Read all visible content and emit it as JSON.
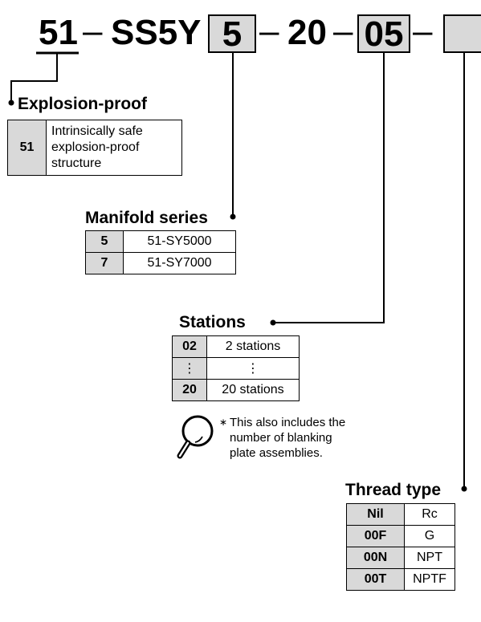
{
  "code": {
    "seg1": "51",
    "dash1": "–",
    "seg2": "SS5Y",
    "box1": "5",
    "dash2": "–",
    "seg3": "20",
    "dash3": "–",
    "box2": "05",
    "dash4": "–",
    "box3": ""
  },
  "explosion": {
    "title": "Explosion-proof",
    "rows": [
      {
        "key": "51",
        "value": [
          "Intrinsically safe",
          "explosion-proof",
          "structure"
        ]
      }
    ]
  },
  "manifold": {
    "title": "Manifold series",
    "rows": [
      {
        "key": "5",
        "value": "51-SY5000"
      },
      {
        "key": "7",
        "value": "51-SY7000"
      }
    ]
  },
  "stations": {
    "title": "Stations",
    "rows": [
      {
        "key": "02",
        "value": "2 stations"
      },
      {
        "key": "⋮",
        "value": "⋮"
      },
      {
        "key": "20",
        "value": "20 stations"
      }
    ],
    "note": {
      "mark": "∗",
      "lines": [
        "This also includes the",
        "number of blanking",
        "plate assemblies."
      ]
    }
  },
  "thread": {
    "title": "Thread type",
    "rows": [
      {
        "key": "Nil",
        "value": "Rc"
      },
      {
        "key": "00F",
        "value": "G"
      },
      {
        "key": "00N",
        "value": "NPT"
      },
      {
        "key": "00T",
        "value": "NPTF"
      }
    ]
  },
  "icons": [
    "magnifier-icon"
  ]
}
